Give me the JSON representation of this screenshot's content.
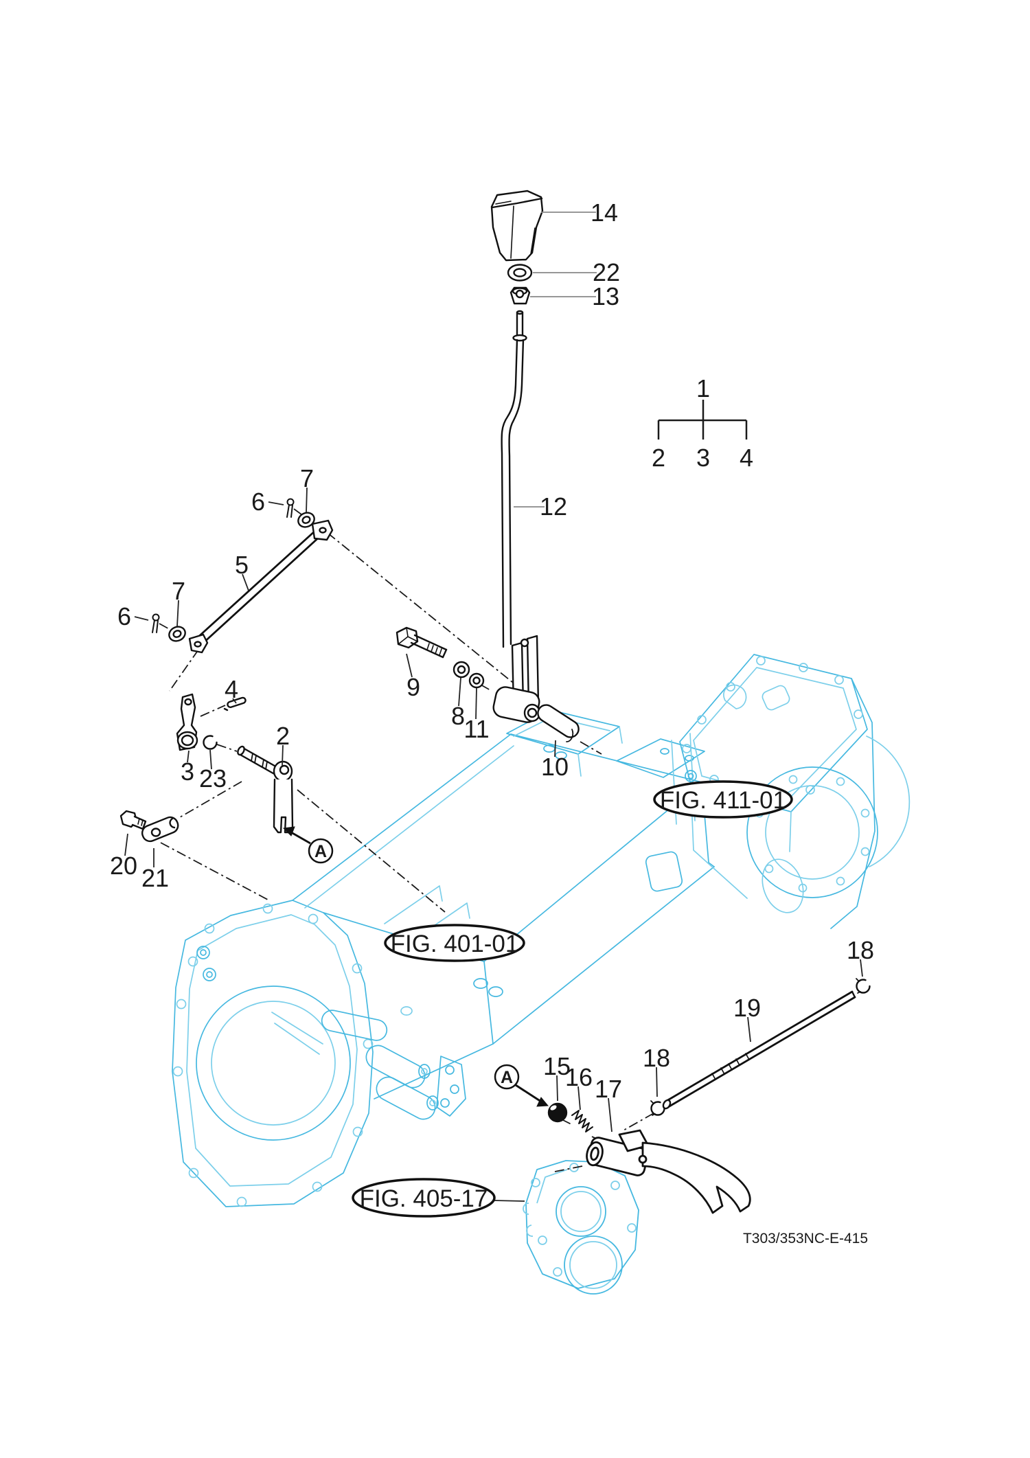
{
  "diagram": {
    "drawing_code": "T303/353NC-E-415",
    "detail_marker": "A",
    "figure_refs": [
      {
        "id": "fig-411-01",
        "label": "FIG. 411-01"
      },
      {
        "id": "fig-401-01",
        "label": "FIG. 401-01"
      },
      {
        "id": "fig-405-17",
        "label": "FIG. 405-17"
      }
    ],
    "callouts": {
      "1": "1",
      "2": "2",
      "3": "3",
      "4": "4",
      "5": "5",
      "6": "6",
      "7": "7",
      "8": "8",
      "9": "9",
      "10": "10",
      "11": "11",
      "12": "12",
      "13": "13",
      "14": "14",
      "15": "15",
      "16": "16",
      "17": "17",
      "18": "18",
      "19": "19",
      "20": "20",
      "21": "21",
      "22": "22",
      "23": "23"
    },
    "colors": {
      "case_line": "#45B8E0",
      "case_line_light": "#7CCFEA",
      "part_line": "#111111",
      "label_ink": "#1a1a1a"
    }
  }
}
